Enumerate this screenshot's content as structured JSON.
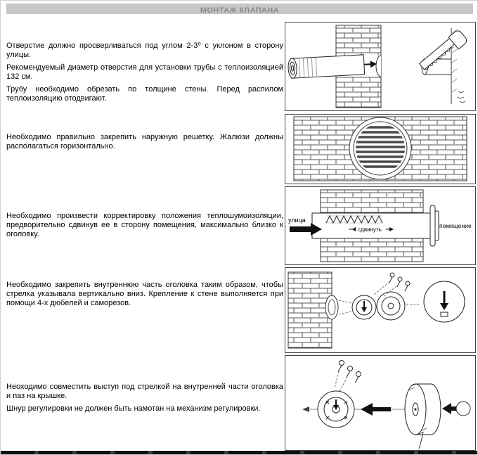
{
  "page": {
    "title": "МОНТАЖ КЛАПАНА"
  },
  "sections": [
    {
      "name": "drilling",
      "figure": "pipe-drilled-through-brick-wall-and-saw-cut",
      "paragraphs": [
        "Отверстие должно просверливаться под углом 2-3⁰ с уклоном в сторону улицы.",
        "Рекомендуемый диаметр отверстия для установки трубы с теплоизоляцией 132 см.",
        "Трубу необходимо обрезать по толщине стены. Перед распилом теплоизоляцию отодвигают."
      ]
    },
    {
      "name": "outer-grille",
      "figure": "round-louvered-grille-on-brick-wall",
      "paragraphs": [
        "Необходимо правильно закрепить наружную решетку. Жалюзи должны располагаться горизонтально."
      ]
    },
    {
      "name": "insulation-adjust",
      "figure": "wall-cross-section-with-insulation-shift",
      "paragraphs": [
        "Необходимо произвести корректировку положения теплошумоизоляции, предворительно сдвинув ее в сторону помещения, максимально близко к оголовку."
      ],
      "figure_labels": {
        "street": "улица",
        "shift": "сдвинуть",
        "room": "помещение"
      }
    },
    {
      "name": "head-mounting",
      "figure": "inner-head-fixed-with-arrow-pointing-down",
      "paragraphs": [
        "Необходимо закрепить внутреннюю часть оголовка таким образом, чтобы стрелка указывала вертикально вниз. Крепление к стене выполняется при помощи 4-х дюбелей и саморезов."
      ]
    },
    {
      "name": "cover-alignment",
      "figure": "exploded-view-of-head-cover-and-cord",
      "paragraphs": [
        "Неоходимо совместить выступ под стрелкой на внутренней части оголовка и паз на крышке.",
        "Шнур регулировки не должен быть намотан на механизм регулировки."
      ]
    }
  ]
}
